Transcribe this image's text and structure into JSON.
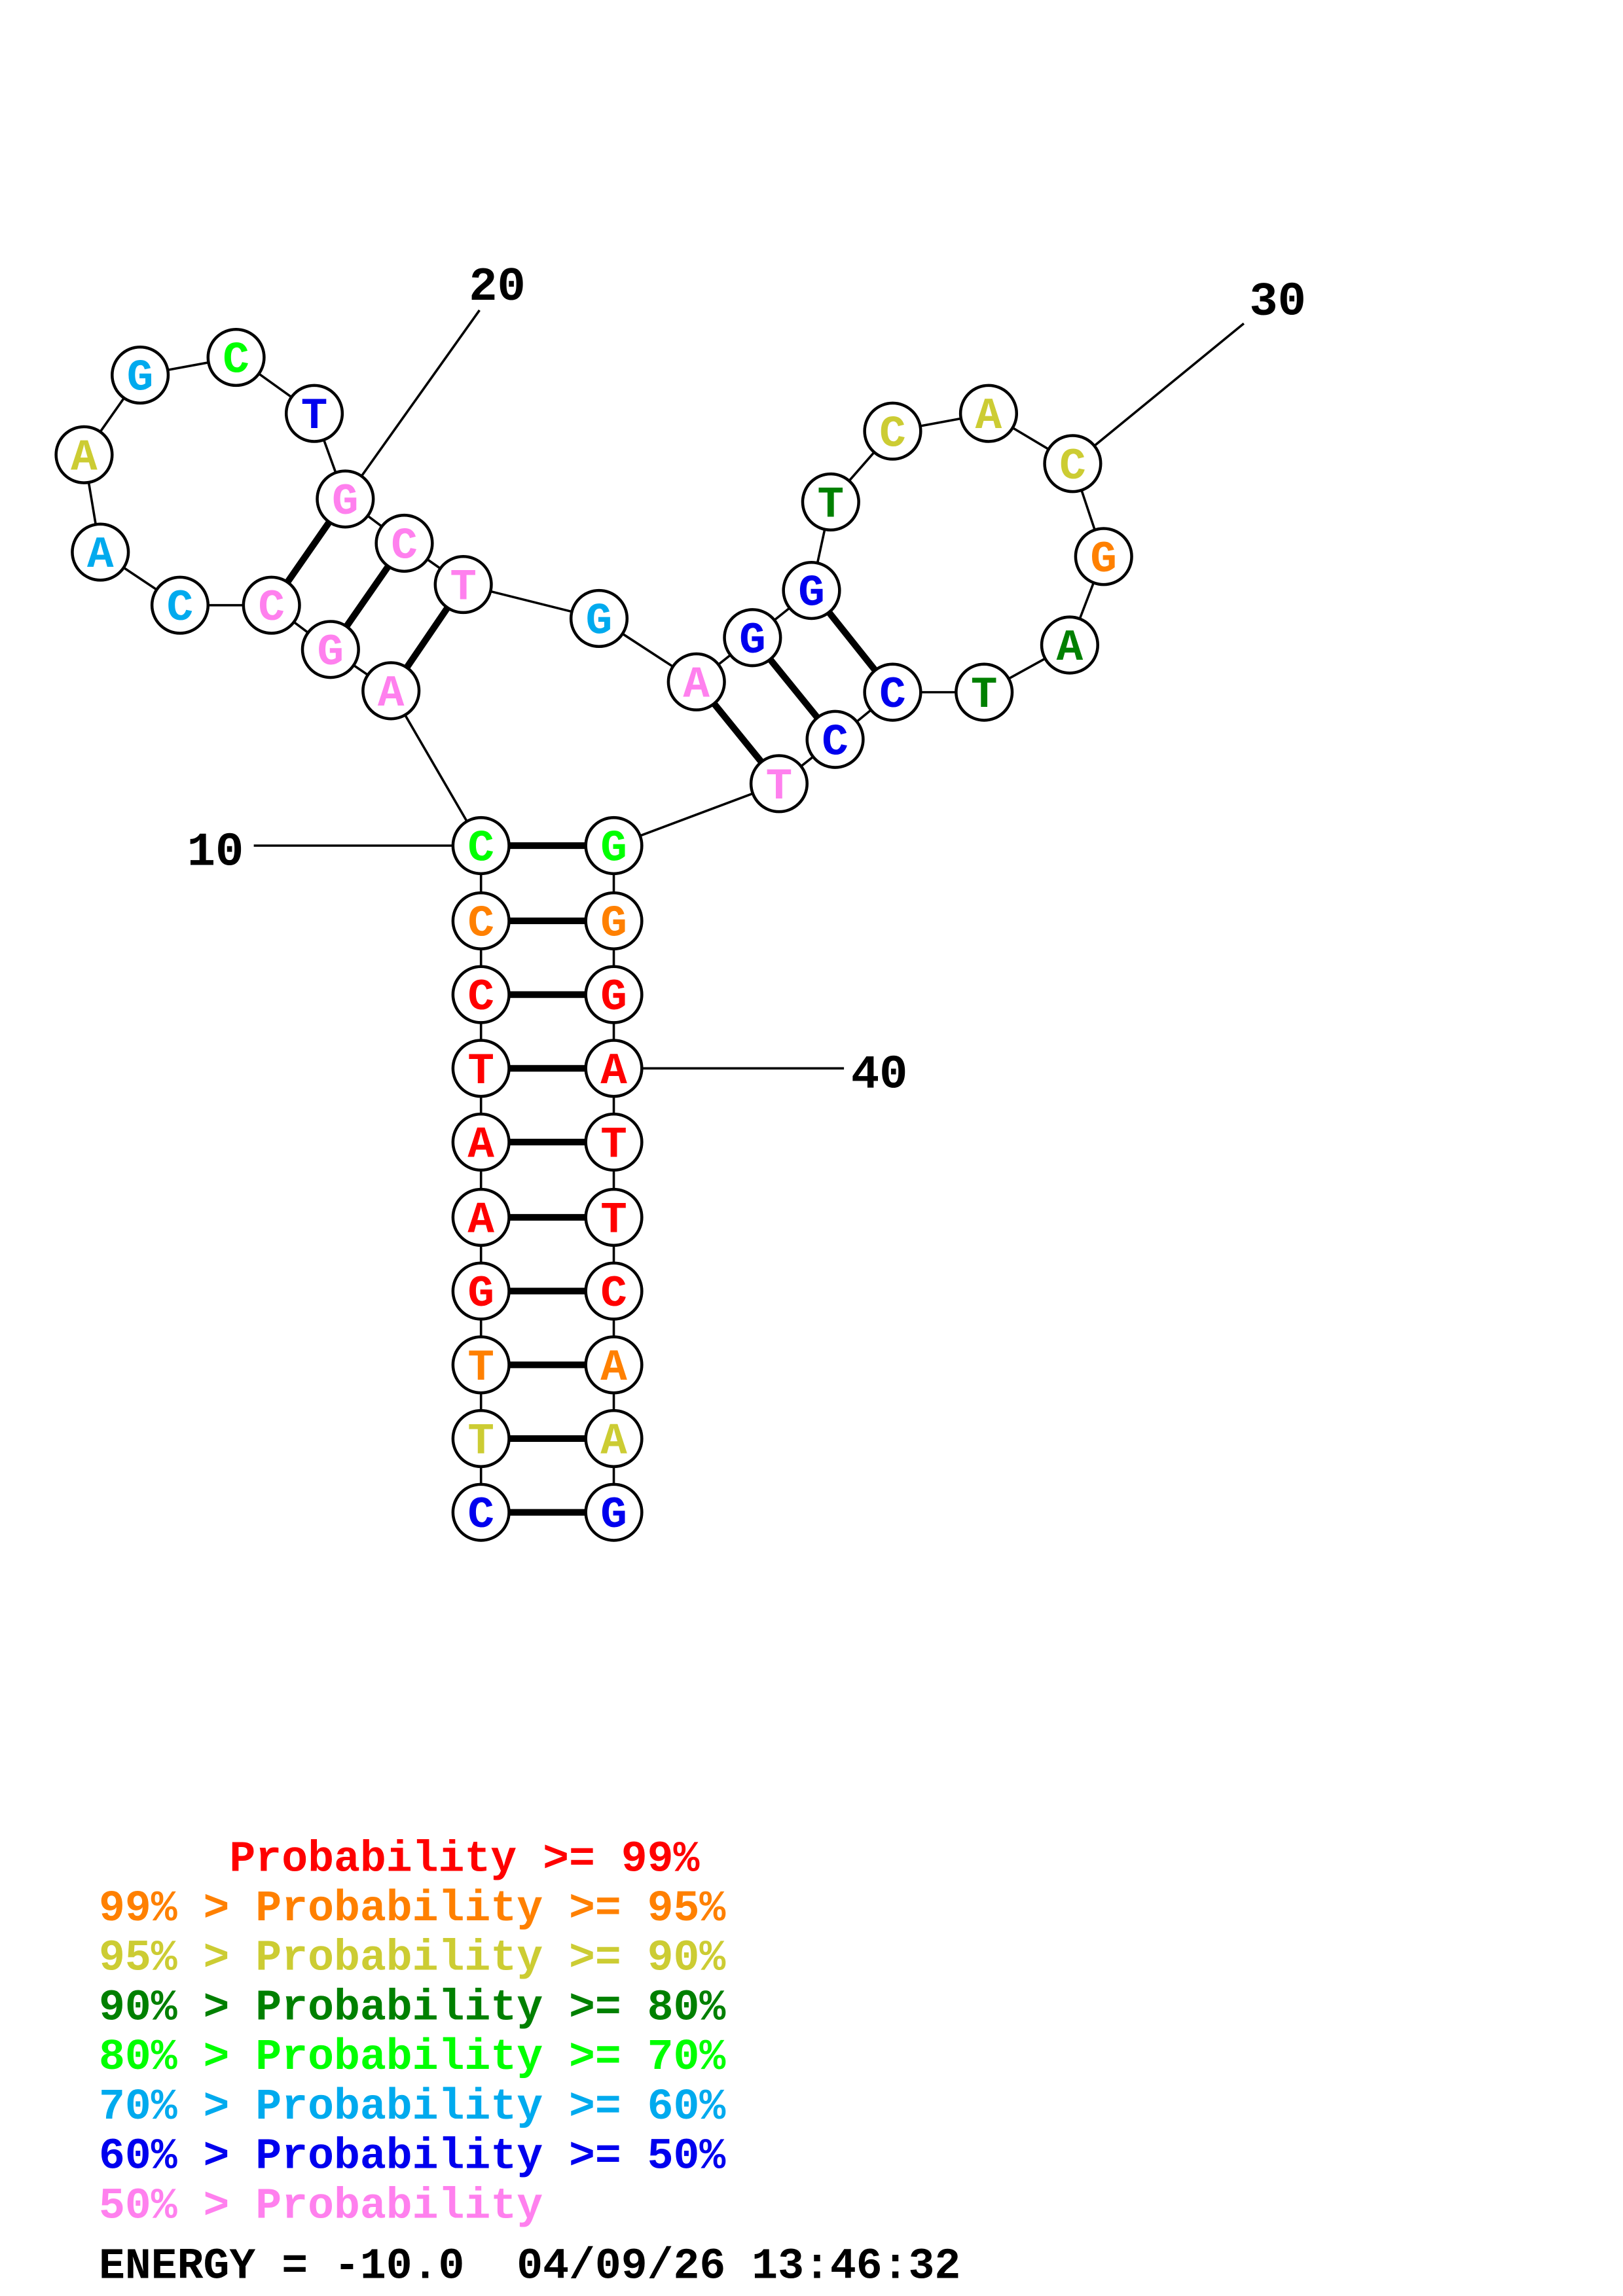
{
  "structure": {
    "sequence": [
      "C",
      "T",
      "T",
      "G",
      "A",
      "A",
      "T",
      "C",
      "C",
      "C",
      "A",
      "G",
      "C",
      "C",
      "A",
      "A",
      "G",
      "C",
      "T",
      "G",
      "C",
      "T",
      "G",
      "A",
      "G",
      "G",
      "T",
      "C",
      "A",
      "C",
      "G",
      "A",
      "T",
      "C",
      "C",
      "T",
      "G",
      "G",
      "G",
      "A",
      "T",
      "T",
      "C",
      "A",
      "A",
      "G"
    ],
    "probability_bucket": [
      6,
      2,
      1,
      0,
      0,
      0,
      0,
      0,
      1,
      4,
      7,
      7,
      7,
      5,
      5,
      2,
      5,
      4,
      6,
      7,
      7,
      7,
      5,
      7,
      6,
      6,
      3,
      2,
      2,
      2,
      1,
      3,
      3,
      6,
      6,
      7,
      4,
      1,
      0,
      0,
      0,
      0,
      0,
      1,
      2,
      6
    ],
    "pairs": [
      [
        1,
        46
      ],
      [
        2,
        45
      ],
      [
        3,
        44
      ],
      [
        4,
        43
      ],
      [
        5,
        42
      ],
      [
        6,
        41
      ],
      [
        7,
        40
      ],
      [
        8,
        39
      ],
      [
        9,
        38
      ],
      [
        10,
        37
      ],
      [
        11,
        22
      ],
      [
        12,
        21
      ],
      [
        13,
        20
      ],
      [
        24,
        36
      ],
      [
        25,
        35
      ],
      [
        26,
        34
      ]
    ],
    "position_labels": [
      {
        "index": 10,
        "text": "10"
      },
      {
        "index": 20,
        "text": "20"
      },
      {
        "index": 30,
        "text": "30"
      },
      {
        "index": 40,
        "text": "40"
      }
    ]
  },
  "legend": {
    "colors": [
      "#ff0000",
      "#ff8000",
      "#cccc33",
      "#008000",
      "#00ff00",
      "#00aaee",
      "#0000ee",
      "#ff80ee"
    ],
    "rows": [
      "     Probability >= 99%",
      "99% > Probability >= 95%",
      "95% > Probability >= 90%",
      "90% > Probability >= 80%",
      "80% > Probability >= 70%",
      "70% > Probability >= 60%",
      "60% > Probability >= 50%",
      "50% > Probability"
    ]
  },
  "footer": {
    "energy": "ENERGY = -10.0  04/09/26 13:46:32"
  }
}
